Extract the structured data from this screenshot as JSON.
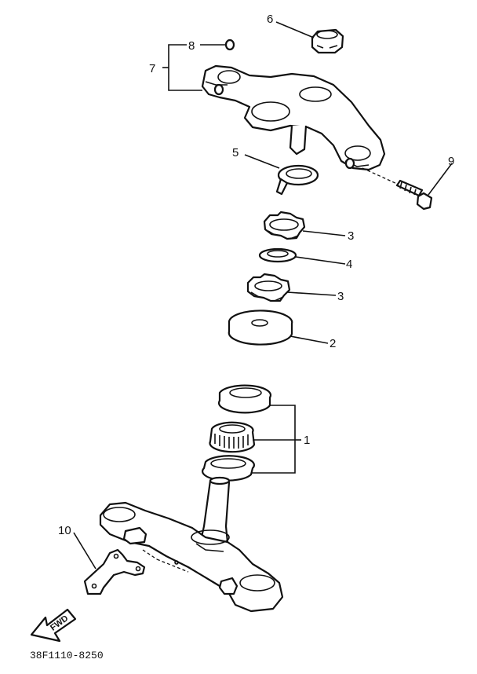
{
  "callouts": {
    "c1": "1",
    "c2": "2",
    "c3a": "3",
    "c3b": "3",
    "c4": "4",
    "c5": "5",
    "c6": "6",
    "c7": "7",
    "c8": "8",
    "c9": "9",
    "c10": "10"
  },
  "fwd_label": "FWD",
  "diagram_code": "38F1110-8250"
}
